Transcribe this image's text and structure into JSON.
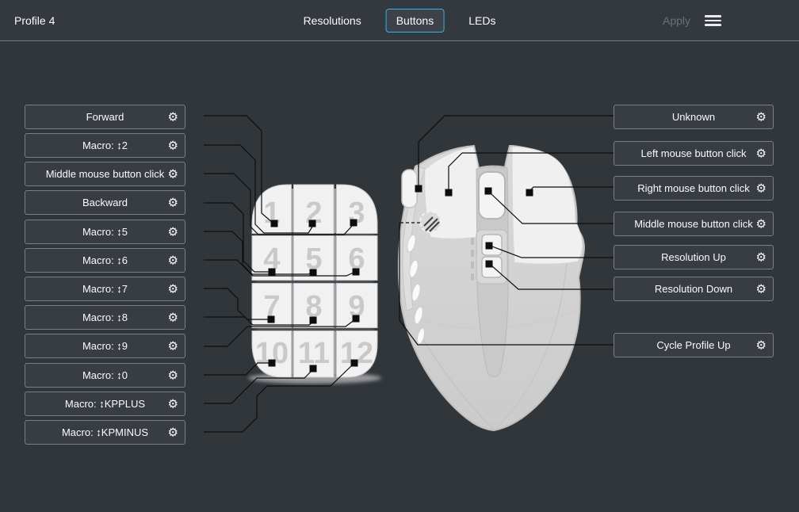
{
  "header": {
    "profile": "Profile 4",
    "tabs": [
      "Resolutions",
      "Buttons",
      "LEDs"
    ],
    "selected_tab": "Buttons",
    "apply": "Apply",
    "menu_icon": "hamburger-icon"
  },
  "left_buttons": [
    "Forward",
    "Macro: ↕2",
    "Middle mouse button click",
    "Backward",
    "Macro: ↕5",
    "Macro: ↕6",
    "Macro: ↕7",
    "Macro: ↕8",
    "Macro: ↕9",
    "Macro: ↕0",
    "Macro: ↕KPPLUS",
    "Macro: ↕KPMINUS"
  ],
  "right_buttons": [
    "Unknown",
    "Left mouse button click",
    "Right mouse button click",
    "Middle mouse button click",
    "Resolution Up",
    "Resolution Down",
    "Cycle Profile Up"
  ],
  "grid_numbers": [
    "1",
    "2",
    "3",
    "4",
    "5",
    "6",
    "7",
    "8",
    "9",
    "10",
    "11",
    "12"
  ],
  "icons": {
    "gear": "⚙"
  },
  "colors": {
    "accent": "#3daee9",
    "background": "#31363b",
    "button_bg": "#383d43",
    "button_border": "#7b7f83",
    "text": "#fcfcfc",
    "disabled_text": "#6d7175",
    "wire": "#0d0d0d",
    "mouse_body": "#d4d4d4",
    "mouse_key": "#f1f1f1"
  }
}
